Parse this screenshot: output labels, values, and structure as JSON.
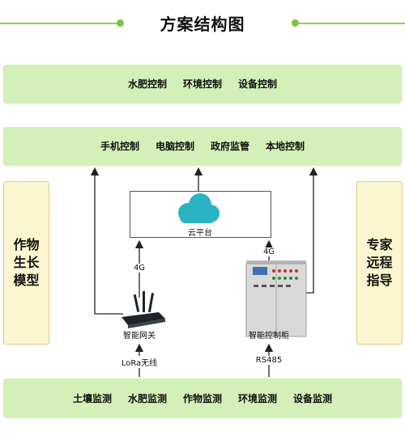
{
  "title": "方案结构图",
  "top_bar": {
    "items": [
      "水肥控制",
      "环境控制",
      "设备控制"
    ]
  },
  "control_bar": {
    "items": [
      "手机控制",
      "电脑控制",
      "政府监管",
      "本地控制"
    ]
  },
  "left_panel": "作物生长模型",
  "right_panel": "专家远程指导",
  "cloud": {
    "label": "云平台"
  },
  "gateway": {
    "label": "智能网关",
    "link_up": "4G",
    "link_down": "LoRa无线"
  },
  "cabinet": {
    "label": "智能控制柜",
    "link_up": "4G",
    "link_down": "RS485"
  },
  "bottom_bar": {
    "items": [
      "土壤监测",
      "水肥监测",
      "作物监测",
      "环境监测",
      "设备监测"
    ]
  },
  "colors": {
    "green_fill": "#d3f0b8",
    "green_accent": "#7cc142",
    "side_fill": "#fbf6cf",
    "cloud": "#2ab3c3"
  }
}
